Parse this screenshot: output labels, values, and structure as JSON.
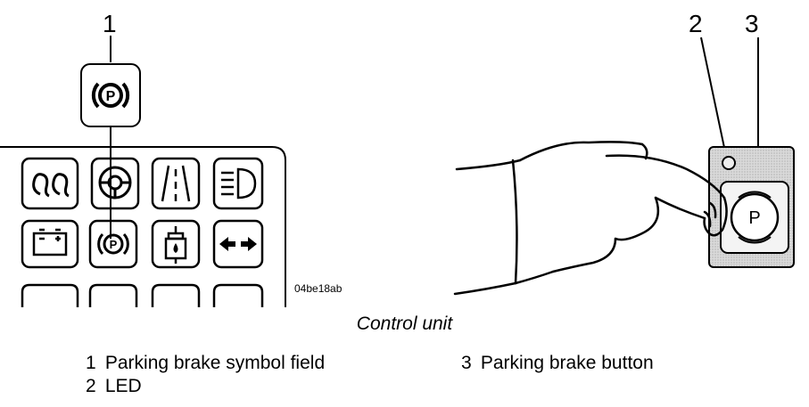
{
  "figure": {
    "callouts": [
      {
        "id": "1",
        "text": "1"
      },
      {
        "id": "2",
        "text": "2"
      },
      {
        "id": "3",
        "text": "3"
      }
    ],
    "image_code": "04be18ab"
  },
  "caption": "Control unit",
  "legend": {
    "items": [
      {
        "number": "1",
        "text": "Parking brake symbol field"
      },
      {
        "number": "2",
        "text": "LED"
      },
      {
        "number": "3",
        "text": "Parking brake button"
      }
    ]
  },
  "colors": {
    "line": "#000000",
    "button_housing": "#d4d4d4"
  },
  "icons": {
    "enlarged_symbol": "parking-brake-symbol-icon",
    "panel_row1": [
      "glow-plug-icon",
      "steering-icon",
      "lane-icon",
      "headlight-icon"
    ],
    "panel_row2": [
      "battery-icon",
      "parking-brake-icon",
      "fuel-filter-icon",
      "turn-signal-icon"
    ]
  }
}
